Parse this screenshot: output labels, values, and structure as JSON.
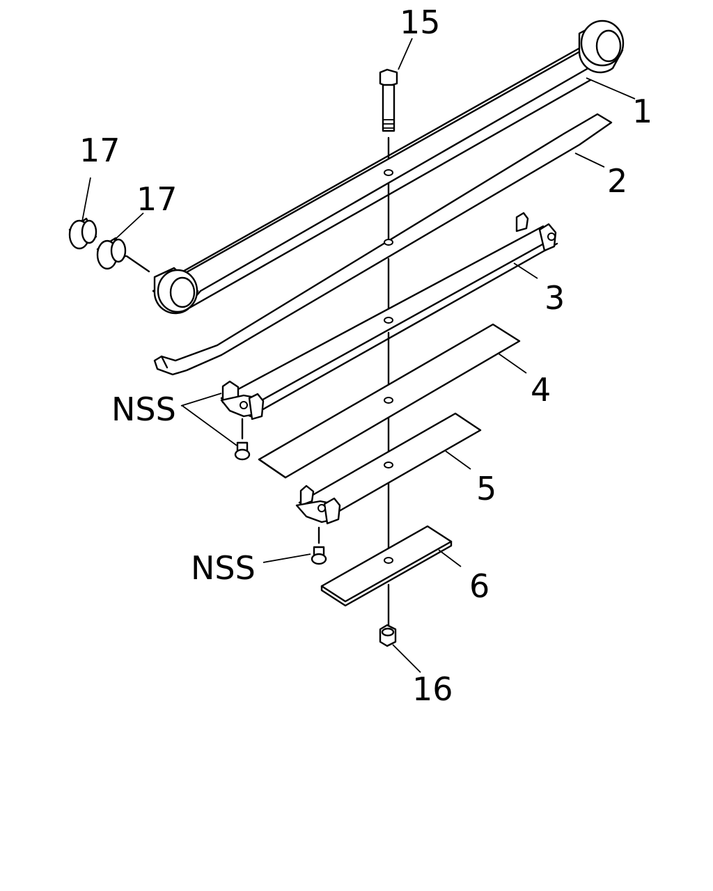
{
  "diagram": {
    "callouts": {
      "c1": "1",
      "c2": "2",
      "c3": "3",
      "c4": "4",
      "c5": "5",
      "c6": "6",
      "c15": "15",
      "c16": "16",
      "c17a": "17",
      "c17b": "17",
      "nss1": "NSS",
      "nss2": "NSS"
    }
  }
}
